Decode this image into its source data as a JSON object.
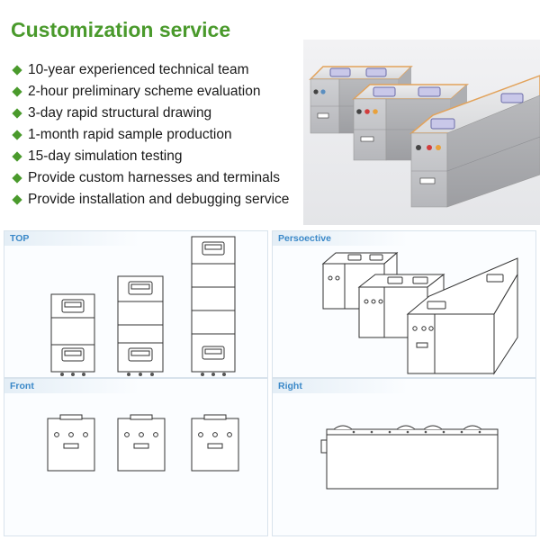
{
  "title": "Customization service",
  "features": [
    "10-year experienced technical team",
    "2-hour preliminary scheme evaluation",
    "3-day rapid structural drawing",
    "1-month rapid sample production",
    "15-day simulation testing",
    "Provide custom harnesses and terminals",
    "Provide installation and debugging service"
  ],
  "panels": {
    "top": "TOP",
    "perspective": "Persoective",
    "front": "Front",
    "right": "Right"
  },
  "colors": {
    "accent": "#4a9a2c",
    "panel_label": "#3a88c8",
    "battery_trim": "#e2a25a"
  },
  "icons": {
    "bullet": "diamond-bullet-icon"
  }
}
